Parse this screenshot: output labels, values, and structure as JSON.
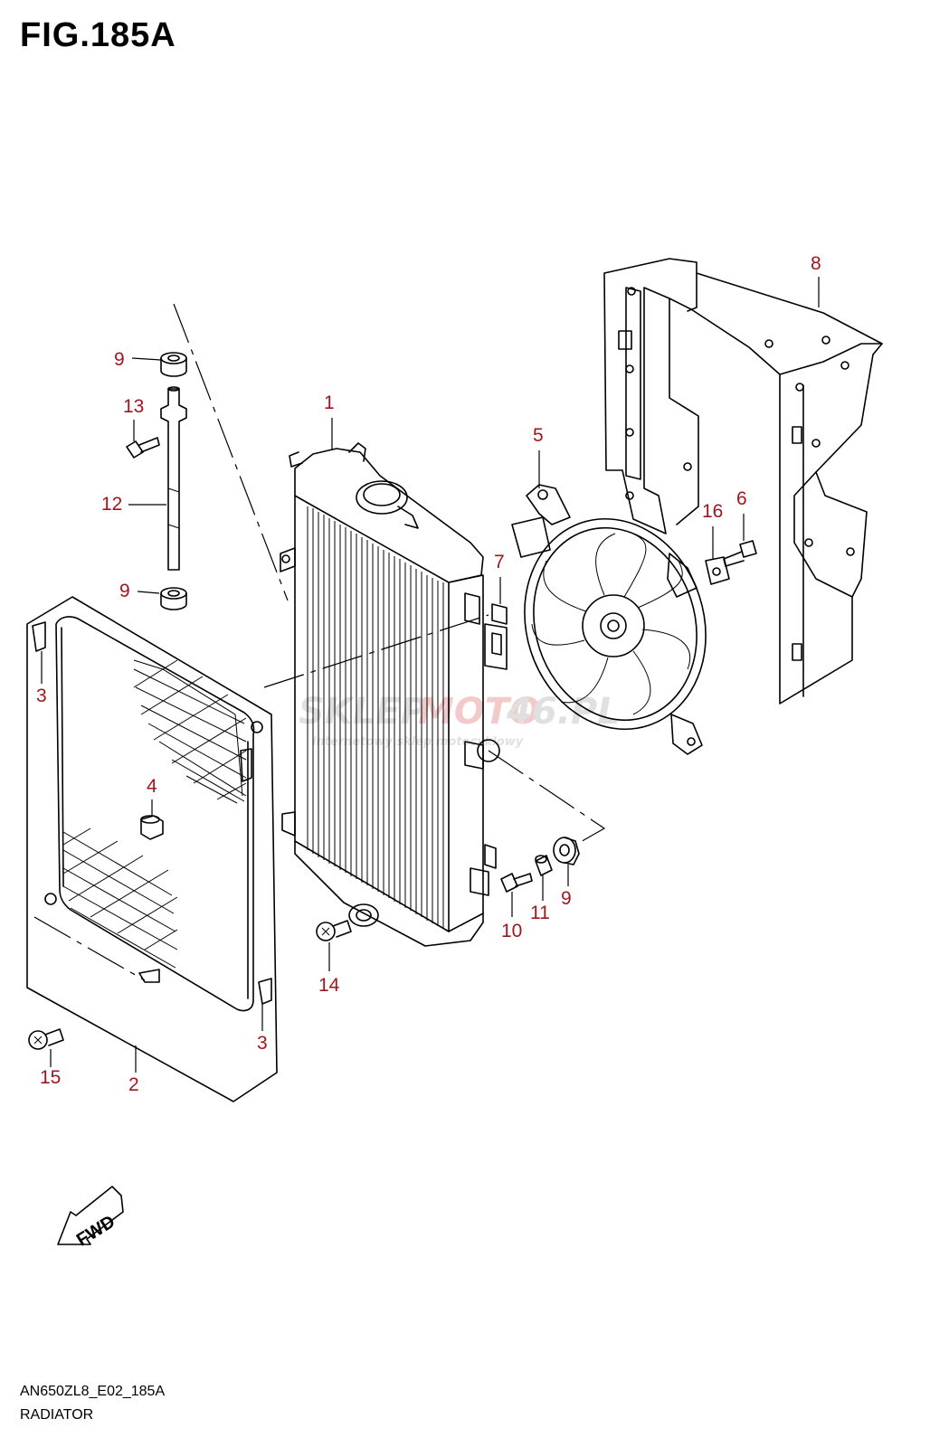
{
  "figure": {
    "title": "FIG.185A",
    "code": "AN650ZL8_E02_185A",
    "caption": "RADIATOR"
  },
  "fwd_label": "FWD",
  "watermark": {
    "brand_part1": "SKLEP",
    "brand_part2": "MOTO",
    "brand_part3": "46.PL",
    "tagline": "internetowy sklep motocyklowy"
  },
  "colors": {
    "callout": "#a0161d",
    "line": "#000000",
    "watermark_gray": "#c8c8c8",
    "watermark_red": "#e8a0a0"
  },
  "callouts": {
    "c1": "1",
    "c2": "2",
    "c3a": "3",
    "c3b": "3",
    "c4": "4",
    "c5": "5",
    "c6": "6",
    "c7": "7",
    "c8": "8",
    "c9a": "9",
    "c9b": "9",
    "c9c": "9",
    "c10": "10",
    "c11": "11",
    "c12": "12",
    "c13": "13",
    "c14": "14",
    "c15": "15",
    "c16": "16"
  }
}
